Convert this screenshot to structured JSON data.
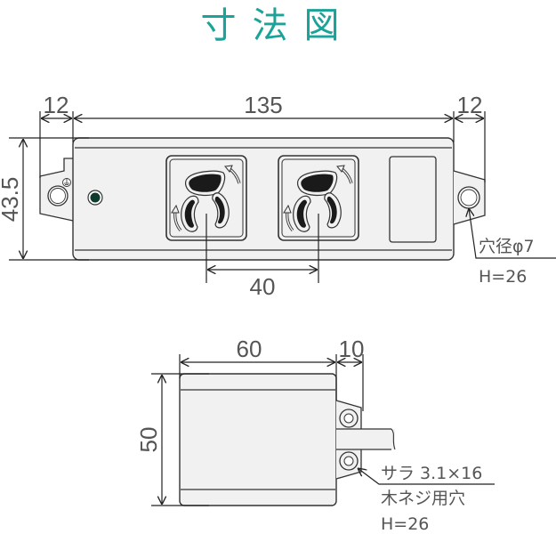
{
  "title": "寸法図",
  "colors": {
    "title": "#1aa398",
    "outline": "#333333",
    "body_fill": "#f1f1f1",
    "slot_fill": "#1a1a1a",
    "led": "#0f3a2e",
    "dimension_text": "#555555"
  },
  "top_view": {
    "dimensions": {
      "left_tab_width": "12",
      "body_length": "135",
      "right_tab_width": "12",
      "height": "43.5",
      "outlet_pitch": "40"
    },
    "outlets": [
      {
        "name": "outlet-1",
        "type": "locking-outlet"
      },
      {
        "name": "outlet-2",
        "type": "locking-outlet"
      }
    ],
    "mount_hole_note": {
      "line1": "穴径φ7",
      "line2": "H=26"
    },
    "icons": [
      "ground-symbol-icon",
      "pilot-lamp-icon",
      "rotate-arrow-icon"
    ]
  },
  "side_view": {
    "dimensions": {
      "body_width": "60",
      "tab_width": "10",
      "height": "50"
    },
    "screw_note": {
      "line1": "サラ 3.1×16",
      "line2": "木ネジ用穴",
      "line3": "H=26"
    }
  }
}
